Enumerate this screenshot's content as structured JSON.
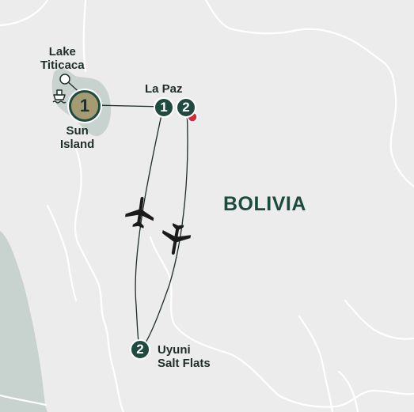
{
  "map": {
    "country_label": "BOLIVIA",
    "places": {
      "lake_titicaca": "Lake\nTiticaca",
      "la_paz": "La Paz",
      "sun_island": "Sun\nIsland",
      "uyuni": "Uyuni\nSalt Flats"
    },
    "markers": {
      "sun_island_stop": "1",
      "la_paz_stop_1": "1",
      "la_paz_stop_2": "2",
      "uyuni_stop": "2"
    },
    "icons": {
      "boat": "boat-icon",
      "plane": "airplane-icon",
      "poi": "location-pin-icon"
    },
    "colors": {
      "land": "#ececec",
      "water": "#c8d2ce",
      "border": "#ffffff",
      "marker_dark": "#1f4a3f",
      "marker_main": "#a49b72",
      "route": "#1f2d2b",
      "highlight_dot": "#d62839"
    }
  }
}
